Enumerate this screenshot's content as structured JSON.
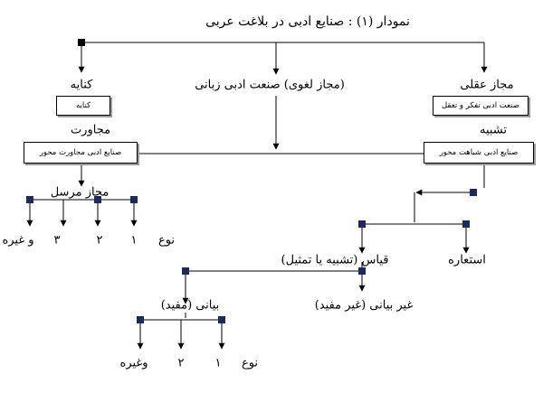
{
  "title": "نمودار (۱) : صنایع ادبی در بلاغت عربی",
  "branches": {
    "left": "کنایه",
    "middle": "(مجاز لغوی) صنعت ادبی زبانی",
    "right": "مجاز عقلی"
  },
  "boxes": {
    "kenaye": "کنایه",
    "aql": "صنعت ادبی تفکر و تعقل",
    "mojaverat": "صنایع ادبی مجاورت محور",
    "shebahat": "صنایع ادبی شباهت محور"
  },
  "labels": {
    "mojaverat": "مجاورت",
    "tashbih": "تشبیه",
    "majaz_morsal": "مجاز مرسل",
    "no1": "نوع",
    "one1": "۱",
    "two1": "۲",
    "three1": "۳",
    "etc1": "و غیره",
    "qiyas": "قیاس (تشبیه یا تمثیل)",
    "esteare": "استعاره",
    "bayani": "بیانی (مفید)",
    "gheyr_bayani": "غیر بیانی (غیر مفید)",
    "no2": "نوع",
    "one2": "۱",
    "two2": "۲",
    "etc2": "وغیره"
  },
  "colors": {
    "node_fill": "#1b2a5e",
    "root_node_fill": "#000000",
    "box_shadow": "#9a9a9a"
  }
}
